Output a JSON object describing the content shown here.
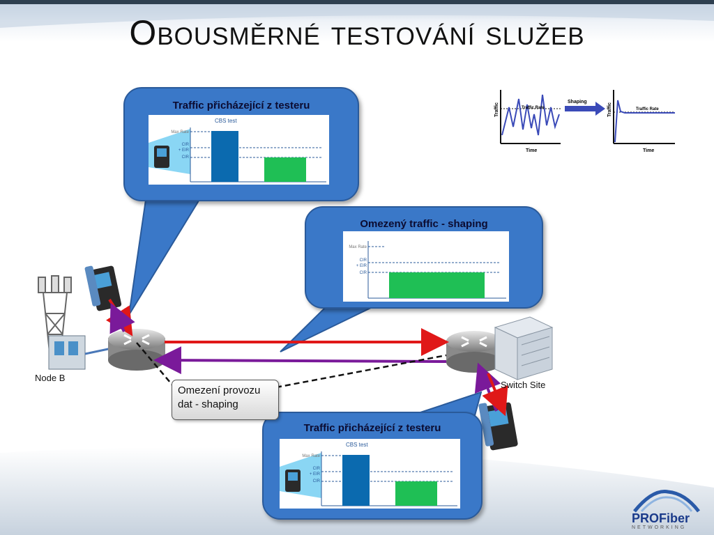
{
  "slide": {
    "title": "Obousměrné testování služeb"
  },
  "bubbles": {
    "top_left": {
      "title": "Traffic přicházející z testeru",
      "chart_caption": "CBS test",
      "labels": [
        "Max Rate",
        "CIR",
        "+ EIR",
        "CIR"
      ]
    },
    "middle_right": {
      "title": "Omezený traffic - shaping",
      "labels": [
        "Max Rate",
        "CIR",
        "+ EIR",
        "CIR"
      ]
    },
    "bottom": {
      "title": "Traffic přicházející z testeru",
      "chart_caption": "CBS test",
      "labels": [
        "Max Rate",
        "CIR",
        "+ EIR",
        "CIR"
      ]
    }
  },
  "shaping_graph": {
    "arrow_label": "Shaping",
    "left": {
      "ylabel": "Traffic",
      "line_label": "Traffic Rate",
      "xlabel": "Time"
    },
    "right": {
      "ylabel": "Traffic",
      "line_label": "Traffic Rate",
      "xlabel": "Time"
    }
  },
  "nodes": {
    "node_b": "Node B",
    "switch_site": "Switch Site"
  },
  "note": {
    "line1": "Omezení provozu",
    "line2": "dat - shaping"
  },
  "logo": {
    "name": "PROFiber",
    "sub": "NETWORKING"
  },
  "colors": {
    "bubble": "#3a78c8",
    "bar_blue": "#0b6aaf",
    "bar_green": "#1fbf55",
    "arrow_red": "#e01818",
    "arrow_purple": "#7a1a9a"
  }
}
